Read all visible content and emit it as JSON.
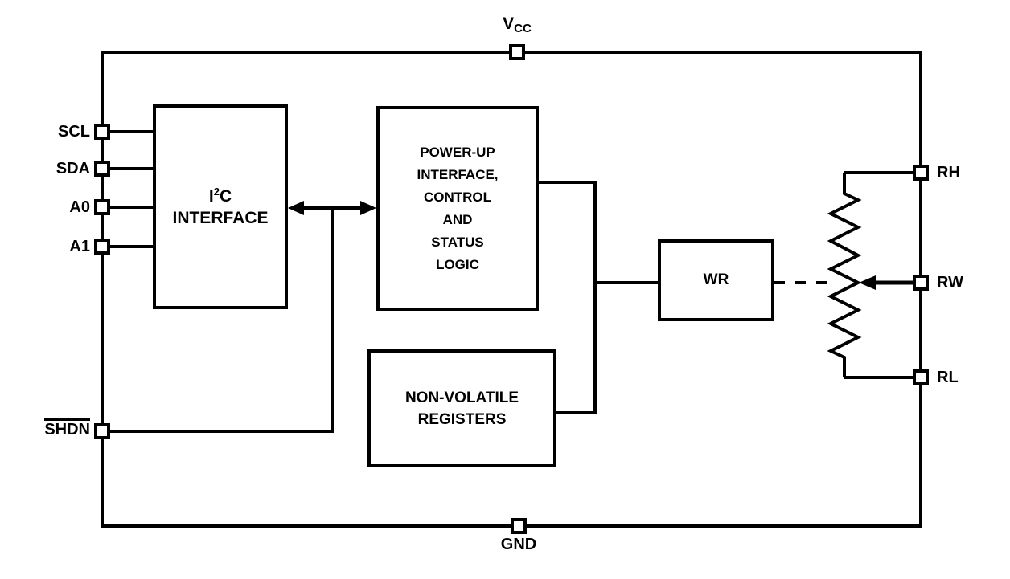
{
  "diagram": {
    "title": "Digital potentiometer functional block diagram",
    "colors": {
      "background": "#ffffff",
      "line": "#000000",
      "text": "#000000"
    },
    "blocks": {
      "i2c": {
        "line1_pre": "I",
        "line1_sup": "2",
        "line1_post": "C",
        "line2": "INTERFACE"
      },
      "power_up": {
        "lines": [
          "POWER-UP",
          "INTERFACE,",
          "CONTROL",
          "AND",
          "STATUS",
          "LOGIC"
        ]
      },
      "nvr": {
        "lines": [
          "NON-VOLATILE",
          "REGISTERS"
        ]
      },
      "wr": {
        "label": "WR"
      }
    },
    "pins": {
      "vcc": {
        "base": "V",
        "sub": "CC"
      },
      "gnd": {
        "label": "GND"
      },
      "scl": {
        "label": "SCL"
      },
      "sda": {
        "label": "SDA"
      },
      "a0": {
        "label": "A0"
      },
      "a1": {
        "label": "A1"
      },
      "shdn": {
        "label": "SHDN"
      },
      "rh": {
        "label": "RH"
      },
      "rw": {
        "label": "RW"
      },
      "rl": {
        "label": "RL"
      }
    }
  }
}
